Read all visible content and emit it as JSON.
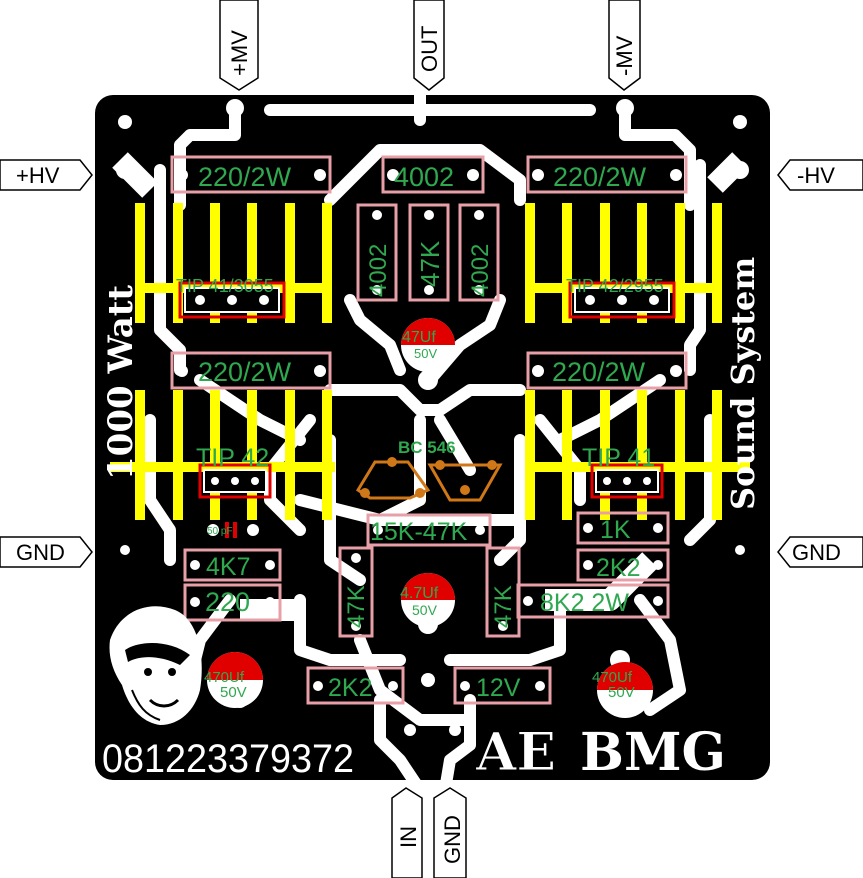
{
  "connectors": {
    "top": [
      "+MV",
      "OUT",
      "-MV"
    ],
    "left": [
      "+HV",
      "GND"
    ],
    "right": [
      "-HV",
      "GND"
    ],
    "bottom": [
      "IN",
      "GND"
    ]
  },
  "resistors": {
    "r_top_left": "220/2W",
    "r_top_mid": "4002",
    "r_top_right": "220/2W",
    "r_vert_left": "4002",
    "r_vert_mid": "47K",
    "r_vert_right": "4002",
    "r_mid_left": "220/2W",
    "r_mid_right": "220/2W",
    "r_center": "15K-47K",
    "r_4k7": "4K7",
    "r_220": "220",
    "r_47k_left": "47K",
    "r_47k_right": "47K",
    "r_1k": "1K",
    "r_2k2_right": "2K2",
    "r_8k2": "8K2 2W",
    "r_2k2_bottom": "2K2",
    "r_12v": "12V"
  },
  "transistors": {
    "tip41_3055": "TIP 41/3055",
    "tip42_2955": "TIP 42/2955",
    "tip42": "TIP 42",
    "tip41": "TIP 41",
    "bc546": "BC 546"
  },
  "capacitors": {
    "c_top": {
      "value": "47Uf",
      "voltage": "50V"
    },
    "c_mid": {
      "value": "4.7Uf",
      "voltage": "50V"
    },
    "c_bottom_left": {
      "value": "470Uf",
      "voltage": "50V"
    },
    "c_bottom_right": {
      "value": "470Uf",
      "voltage": "50V"
    },
    "c_small": {
      "value": "50 pF"
    }
  },
  "side_text": {
    "left": "1000 Watt",
    "right": "Sound System"
  },
  "phone": "081223379372",
  "logo_left": "AE",
  "logo_right": "BMG",
  "colors": {
    "board": "#000000",
    "trace": "#ffffff",
    "heatsink": "#ffff00",
    "outline": "#e8a0a8",
    "label": "#2fa84f",
    "cap_fill": "#e00000",
    "bc_outline": "#d07818",
    "transistor_body": "#e00000"
  }
}
